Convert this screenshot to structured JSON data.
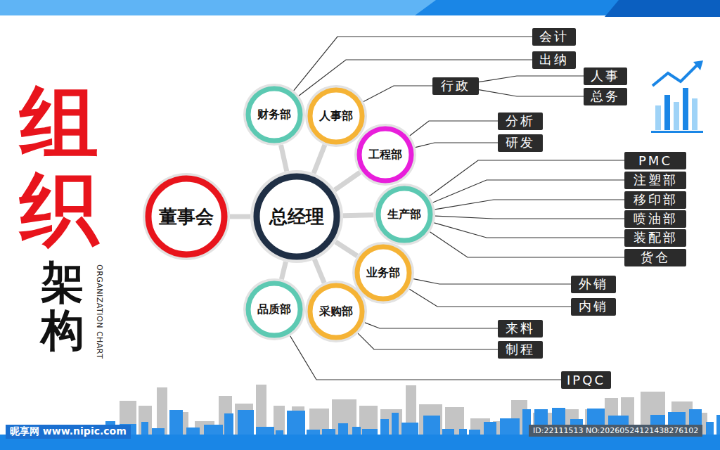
{
  "diagram": {
    "nodes": [
      {
        "text": [
          "董事会"
        ]
      },
      {
        "text": [
          "总经理"
        ]
      },
      {
        "text": [
          "财务部"
        ]
      },
      {
        "text": [
          "人事部"
        ]
      },
      {
        "text": [
          "工程部"
        ]
      },
      {
        "text": [
          "生产部"
        ]
      },
      {
        "text": [
          "业务部"
        ]
      },
      {
        "text": [
          "采购部"
        ]
      },
      {
        "text": [
          "品质部"
        ]
      },
      {
        "text": [
          "会计"
        ]
      },
      {
        "text": [
          "出纳"
        ]
      },
      {
        "text": [
          "行政"
        ]
      },
      {
        "text": [
          "人事"
        ]
      },
      {
        "text": [
          "总务"
        ]
      },
      {
        "text": [
          "分析"
        ]
      },
      {
        "text": [
          "研发"
        ]
      },
      {
        "text": [
          "PMC"
        ]
      },
      {
        "text": [
          "注塑部"
        ]
      },
      {
        "text": [
          "移印部"
        ]
      },
      {
        "text": [
          "喷油部"
        ]
      },
      {
        "text": [
          "装配部"
        ]
      },
      {
        "text": [
          "货仓"
        ]
      },
      {
        "text": [
          "外销"
        ]
      },
      {
        "text": [
          "内销"
        ]
      },
      {
        "text": [
          "来料"
        ]
      },
      {
        "text": [
          "制程"
        ]
      },
      {
        "text": [
          "IPQC"
        ]
      }
    ],
    "edges": [
      {
        "from": 0,
        "to": 1,
        "arrow": "none"
      },
      {
        "from": 1,
        "to": 2,
        "arrow": "none"
      },
      {
        "from": 1,
        "to": 3,
        "arrow": "none"
      },
      {
        "from": 1,
        "to": 4,
        "arrow": "none"
      },
      {
        "from": 1,
        "to": 5,
        "arrow": "none"
      },
      {
        "from": 1,
        "to": 6,
        "arrow": "none"
      },
      {
        "from": 1,
        "to": 7,
        "arrow": "none"
      },
      {
        "from": 1,
        "to": 8,
        "arrow": "none"
      },
      {
        "from": 2,
        "to": 9,
        "arrow": "none"
      },
      {
        "from": 2,
        "to": 10,
        "arrow": "none"
      },
      {
        "from": 3,
        "to": 11,
        "arrow": "none"
      },
      {
        "from": 11,
        "to": 12,
        "arrow": "none"
      },
      {
        "from": 11,
        "to": 13,
        "arrow": "none"
      },
      {
        "from": 4,
        "to": 14,
        "arrow": "none"
      },
      {
        "from": 4,
        "to": 15,
        "arrow": "none"
      },
      {
        "from": 5,
        "to": 16,
        "arrow": "none"
      },
      {
        "from": 5,
        "to": 17,
        "arrow": "none"
      },
      {
        "from": 5,
        "to": 18,
        "arrow": "none"
      },
      {
        "from": 5,
        "to": 19,
        "arrow": "none"
      },
      {
        "from": 5,
        "to": 20,
        "arrow": "none"
      },
      {
        "from": 5,
        "to": 21,
        "arrow": "none"
      },
      {
        "from": 6,
        "to": 22,
        "arrow": "none"
      },
      {
        "from": 6,
        "to": 23,
        "arrow": "none"
      },
      {
        "from": 7,
        "to": 24,
        "arrow": "none"
      },
      {
        "from": 7,
        "to": 25,
        "arrow": "none"
      },
      {
        "from": 8,
        "to": 26,
        "arrow": "none"
      }
    ],
    "labels": [
      "组织",
      "架构",
      "ORGANIZATION CHART",
      "昵享网 www.nipic.com",
      "ID:22111513 NO:20260524121438276102"
    ]
  }
}
